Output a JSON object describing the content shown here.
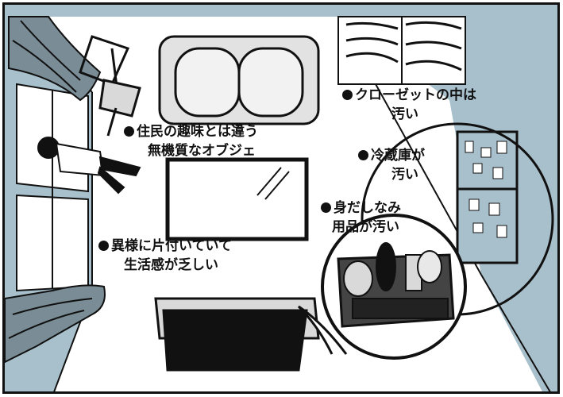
{
  "palette": {
    "wall_blue": "#a8c0cb",
    "floor_white": "#ffffff",
    "ink": "#111111",
    "furniture_gray": "#d9d9d9",
    "curtain_blue": "#7a8d96"
  },
  "annotations": {
    "object": {
      "line1": "住民の趣味とは違う",
      "line2": "無機質なオブジェ"
    },
    "closet": {
      "line1": "クローゼットの中は",
      "line2": "汚い"
    },
    "fridge": {
      "line1": "冷蔵庫が",
      "line2": "汚い"
    },
    "toiletries": {
      "line1": "身だしなみ",
      "line2": "用品が汚い"
    },
    "tidy": {
      "line1": "異様に片付いていて",
      "line2": "生活感が乏しい"
    }
  }
}
